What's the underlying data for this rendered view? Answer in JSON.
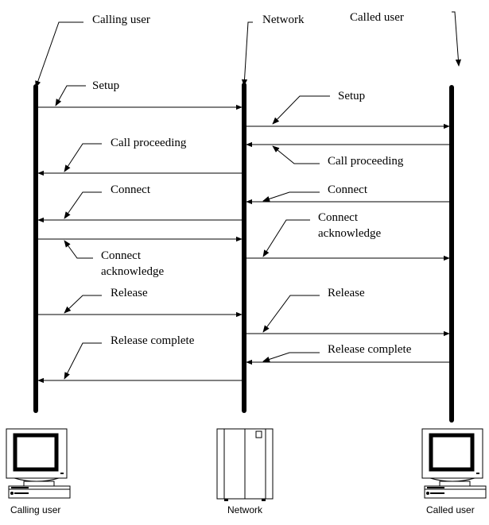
{
  "title": "Call setup and release signalling sequence",
  "lanes": {
    "calling": {
      "header": "Calling user",
      "caption": "Calling user",
      "icon": "computer-terminal-icon"
    },
    "network": {
      "header": "Network",
      "caption": "Network",
      "icon": "network-switch-cabinet-icon"
    },
    "called": {
      "header": "Called user",
      "caption": "Called user",
      "icon": "computer-terminal-icon"
    }
  },
  "messages": [
    {
      "id": "setup-1",
      "label": "Setup",
      "from": "calling",
      "to": "network"
    },
    {
      "id": "setup-2",
      "label": "Setup",
      "from": "network",
      "to": "called"
    },
    {
      "id": "call-proceeding-2",
      "label": "Call proceeding",
      "from": "called",
      "to": "network"
    },
    {
      "id": "call-proceeding-1",
      "label": "Call proceeding",
      "from": "network",
      "to": "calling"
    },
    {
      "id": "connect-2",
      "label": "Connect",
      "from": "called",
      "to": "network"
    },
    {
      "id": "connect-1",
      "label": "Connect",
      "from": "network",
      "to": "calling"
    },
    {
      "id": "connect-ack-1",
      "label_lines": [
        "Connect",
        "acknowledge"
      ],
      "from": "calling",
      "to": "network"
    },
    {
      "id": "connect-ack-2",
      "label_lines": [
        "Connect",
        "acknowledge"
      ],
      "from": "network",
      "to": "called"
    },
    {
      "id": "release-1",
      "label": "Release",
      "from": "calling",
      "to": "network"
    },
    {
      "id": "release-2",
      "label": "Release",
      "from": "network",
      "to": "called"
    },
    {
      "id": "release-complete-2",
      "label": "Release complete",
      "from": "called",
      "to": "network"
    },
    {
      "id": "release-complete-1",
      "label": "Release complete",
      "from": "network",
      "to": "calling"
    }
  ]
}
